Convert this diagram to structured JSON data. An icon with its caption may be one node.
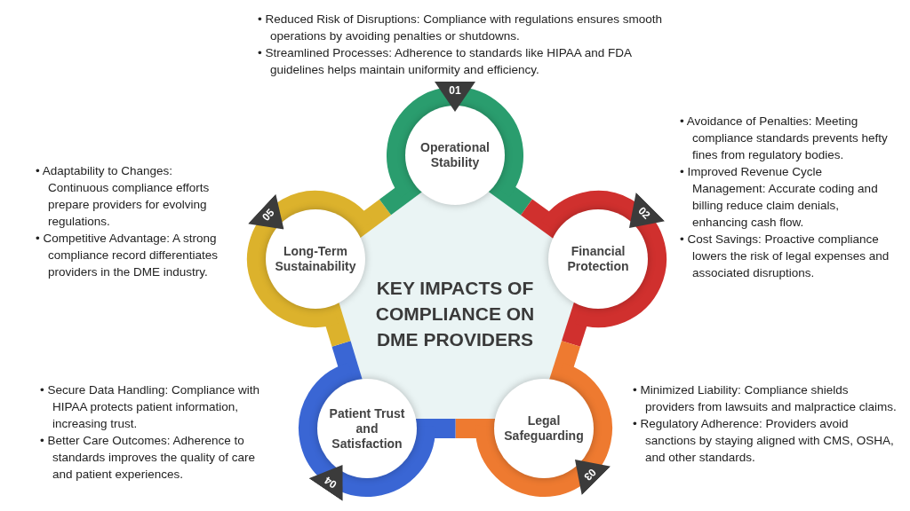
{
  "diagram": {
    "nodes": [
      {
        "text": [
          "KEY IMPACTS OF COMPLIANCE ON DME PROVIDERS"
        ]
      },
      {
        "text": [
          "01",
          "Operational Stability"
        ],
        "beside": [
          "• Reduced Risk of Disruptions: Compliance with regulations ensures smooth operations by avoiding penalties or shutdowns.",
          "• Streamlined Processes: Adherence to standards like HIPAA and FDA guidelines helps maintain uniformity and efficiency."
        ]
      },
      {
        "text": [
          "02",
          "Financial Protection"
        ],
        "beside": [
          "• Avoidance of Penalties: Meeting compliance standards prevents hefty fines from regulatory bodies.",
          "• Improved Revenue Cycle Management: Accurate coding and billing reduce claim denials, enhancing cash flow.",
          "• Cost Savings: Proactive compliance lowers the risk of legal expenses and associated disruptions."
        ]
      },
      {
        "text": [
          "03",
          "Legal Safeguarding"
        ],
        "beside": [
          "• Minimized Liability: Compliance shields providers from lawsuits and malpractice claims.",
          "• Regulatory Adherence: Providers avoid sanctions by staying aligned with CMS, OSHA, and other standards."
        ]
      },
      {
        "text": [
          "04",
          "Patient Trust and Satisfaction"
        ],
        "beside": [
          "• Secure Data Handling: Compliance with HIPAA protects patient information, increasing trust.",
          "• Better Care Outcomes: Adherence to standards improves the quality of care and patient experiences."
        ]
      },
      {
        "text": [
          "05",
          "Long-Term Sustainability"
        ],
        "beside": [
          "• Adaptability to Changes: Continuous compliance efforts prepare providers for evolving regulations.",
          "• Competitive Advantage: A strong compliance record differentiates providers in the DME industry."
        ]
      }
    ]
  }
}
